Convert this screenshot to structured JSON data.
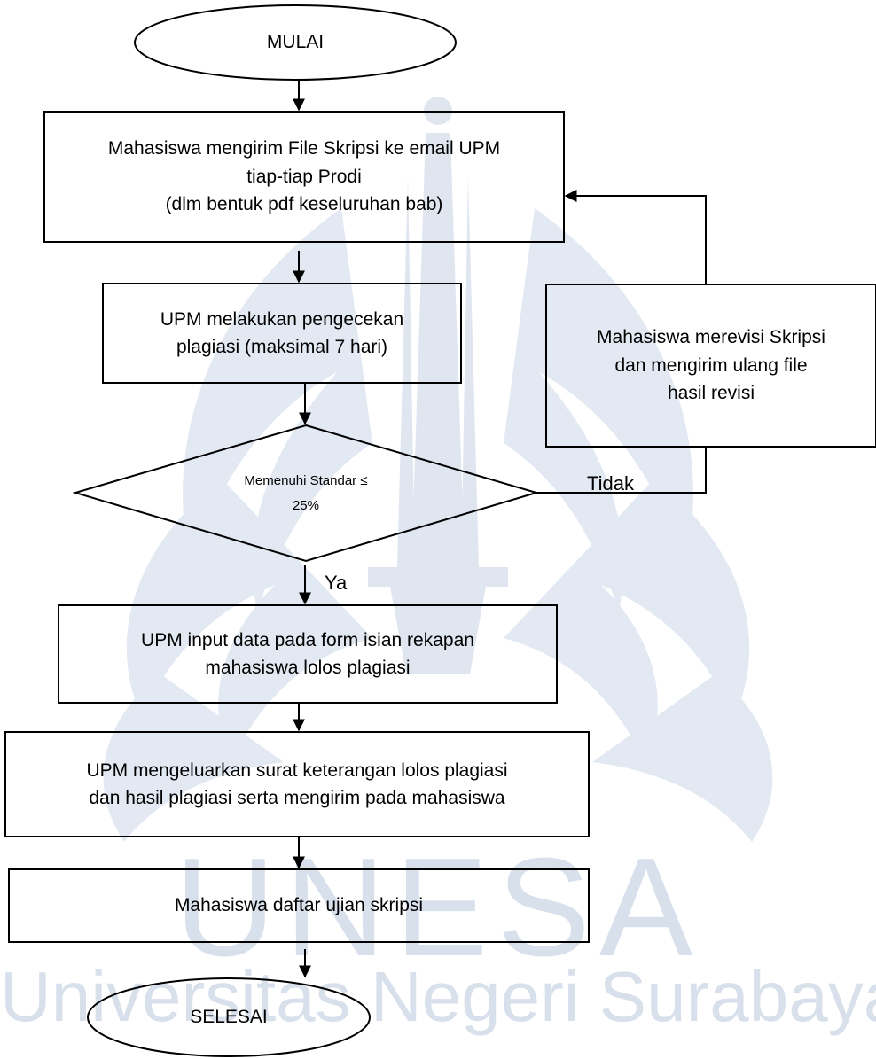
{
  "watermark": {
    "title": "UNESA",
    "subtitle": "Universitas Negeri Surabaya",
    "color": "#d8e0ec"
  },
  "flowchart": {
    "start": "MULAI",
    "step_send": "Mahasiswa mengirim File Skripsi ke email UPM\ntiap-tiap Prodi\n(dlm bentuk pdf keseluruhan bab)",
    "step_check": "UPM  melakukan pengecekan\nplagiasi (maksimal 7 hari)",
    "decision": "Memenuhi Standar  ≤\n25%",
    "label_yes": "Ya",
    "label_no": "Tidak",
    "step_revise": "Mahasiswa merevisi  Skripsi\ndan mengirim ulang  file\nhasil revisi",
    "step_input": "UPM  input data pada form isian rekapan\nmahasiswa lolos plagiasi",
    "step_letter": "UPM mengeluarkan surat keterangan lolos plagiasi\ndan hasil plagiasi serta mengirim pada mahasiswa",
    "step_register": "Mahasiswa daftar ujian skripsi",
    "end": "SELESAI"
  }
}
